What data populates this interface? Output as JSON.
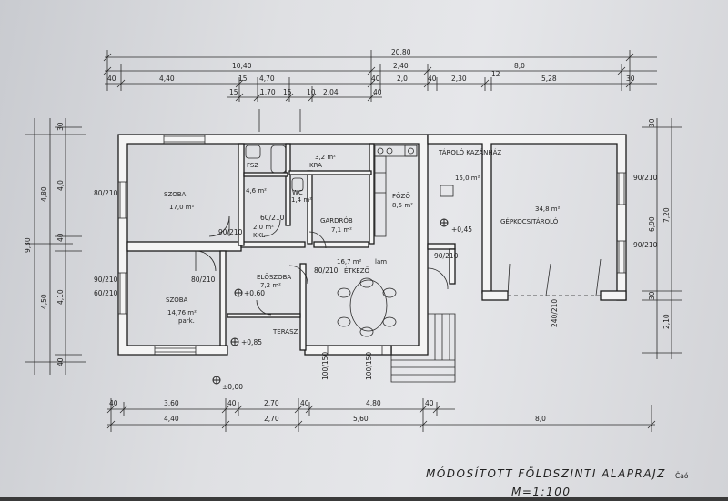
{
  "title": "MÓDOSÍTOTT FÖLDSZINTI ALAPRAJZ",
  "scale": "M=1:100",
  "signature": "Čaó",
  "dims_top": {
    "row1": [
      "20,80"
    ],
    "row2": [
      "10,40",
      "2,40",
      "8,0"
    ],
    "row3": [
      "40",
      "4,40",
      "15",
      "4,70",
      "40",
      "2,0",
      "40",
      "2,30",
      "12",
      "5,28",
      "30"
    ],
    "row4": [
      "15",
      "1,70",
      "15",
      "10",
      "2,04",
      "40"
    ]
  },
  "dims_bottom": {
    "row1": [
      "40",
      "3,60",
      "40",
      "2,70",
      "40",
      "4,80",
      "40"
    ],
    "row2": [
      "4,40",
      "2,70",
      "5,60",
      "8,0"
    ]
  },
  "dims_left": [
    "9,30",
    "4,80",
    "4,0",
    "40",
    "4,50",
    "4,10",
    "40",
    "30"
  ],
  "dims_right": [
    "6,90",
    "7,20",
    "30",
    "2,10",
    "30"
  ],
  "rooms": [
    {
      "name": "SZOBA",
      "area": "17,0 m²"
    },
    {
      "name": "FSZ"
    },
    {
      "name": "KRA",
      "area": "3,2 m²"
    },
    {
      "name": "4,6 m²"
    },
    {
      "name": "KKL",
      "area": "2,0 m²"
    },
    {
      "name": "WC",
      "area": "1,4 m²"
    },
    {
      "name": "GARDRÓB",
      "area": "7,1 m²"
    },
    {
      "name": "FŐZŐ",
      "area": "8,5 m²"
    },
    {
      "name": "TÁROLÓ KAZÁNHÁZ",
      "area": "15,0 m²"
    },
    {
      "name": "GÉPKOCSITÁROLÓ",
      "area": "34,8 m²"
    },
    {
      "name": "SZOBA",
      "area": "14,76 m²",
      "extra": "park."
    },
    {
      "name": "ELŐSZOBA",
      "area": "7,2 m²"
    },
    {
      "name": "ÉTKEZŐ",
      "area": "16,7 m²",
      "extra": "lam"
    },
    {
      "name": "TERASZ"
    }
  ],
  "levels": [
    "+0,60",
    "+0,85",
    "+0,45",
    "±0,00"
  ],
  "door_labels": [
    "90/210",
    "80/210",
    "60/210",
    "80/210",
    "90/210",
    "60/210",
    "90/210",
    "90/210",
    "90/210",
    "80/210",
    "240/210",
    "100/150",
    "100/150"
  ]
}
